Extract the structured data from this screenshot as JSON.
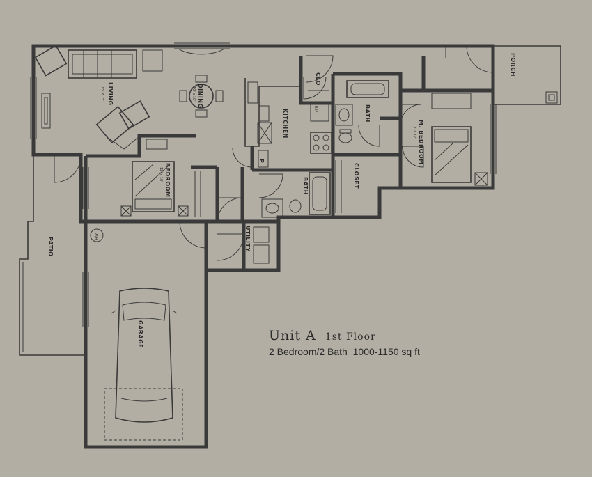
{
  "plan": {
    "title_unit": "Unit A",
    "title_floor": "1st Floor",
    "subtitle": "2 Bedroom/2 Bath  1000-1150 sq ft"
  },
  "rooms": {
    "living": "LIVING",
    "living_dim": "15' x 15'",
    "dining": "DINING",
    "dining_dim": "10' x 10'",
    "kitchen": "KITCHEN",
    "bath1": "BATH",
    "bath2": "BATH",
    "closet": "CLOSET",
    "clo": "CLO",
    "pantry": "P",
    "ref": "REF",
    "master_bedroom": "M. BEDROOM",
    "master_dim": "13' x 12'",
    "bedroom": "BEDROOM",
    "bedroom_dim": "12' x 10'",
    "utility": "UTILITY",
    "garage": "GARAGE",
    "patio": "PATIO",
    "porch": "PORCH",
    "water_heater": "W/H"
  }
}
